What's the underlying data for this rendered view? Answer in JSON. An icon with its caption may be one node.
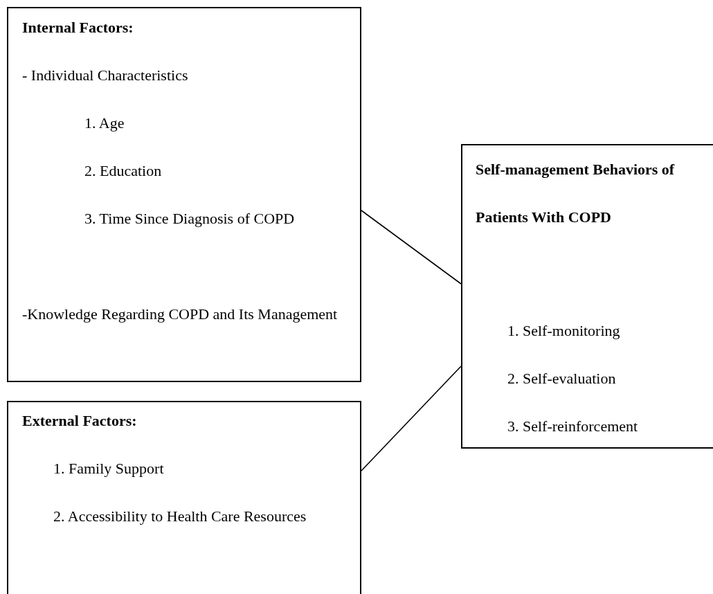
{
  "diagram": {
    "nodes": [
      {
        "text": [
          "Internal Factors:",
          "- Individual Characteristics",
          "1. Age",
          "2. Education",
          "3. Time Since Diagnosis of COPD",
          "-Knowledge Regarding COPD and Its Management"
        ]
      },
      {
        "text": [
          "External Factors:",
          "1. Family Support",
          "2. Accessibility to Health Care Resources"
        ]
      },
      {
        "text": [
          "Self-management Behaviors of Patients With COPD",
          "1. Self-monitoring",
          "2. Self-evaluation",
          "3. Self-reinforcement"
        ]
      }
    ],
    "edges": [
      {
        "from": 0,
        "to": 2,
        "arrow": "none"
      },
      {
        "from": 1,
        "to": 2,
        "arrow": "none"
      }
    ]
  }
}
